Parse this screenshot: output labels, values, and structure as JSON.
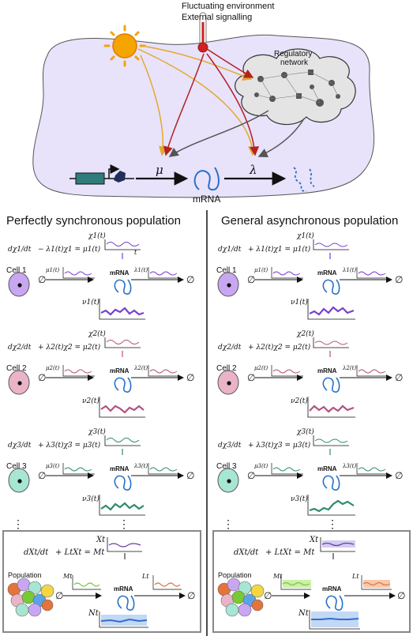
{
  "top": {
    "env_line1": "Fluctuating environment",
    "env_line2": "External signalling",
    "reg_line1": "Regulatory",
    "reg_line2": "network",
    "mu": "μ",
    "lambda": "λ",
    "mrna": "mRNA"
  },
  "colors": {
    "cell1": "#c9a6f2",
    "cell2": "#eab3c8",
    "cell3": "#a6e6d3",
    "line1": "#7a3fd0",
    "line2": "#b2527f",
    "line3": "#2e8c67",
    "blob": "#e8e2fb",
    "arrow_yellow": "#e3a92b",
    "arrow_red": "#b32222",
    "arrow_gray": "#555555",
    "pop_green": "#79c934",
    "pop_orange": "#e5733a",
    "pop_blue": "#2f6fcf"
  },
  "left": {
    "title": "Perfectly synchronous population",
    "cells": [
      {
        "label": "Cell 1",
        "chi": "χ1(t)",
        "mu": "μ1(t)",
        "lam": "λ1(t)",
        "nu": "ν1(t)",
        "eq_lhs": "dχ1/dt",
        "eq_rest": "− λ1(t)χ1 = μ1(t)"
      },
      {
        "label": "Cell 2",
        "chi": "χ2(t)",
        "mu": "μ2(t)",
        "lam": "λ2(t)",
        "nu": "ν2(t)",
        "eq_lhs": "dχ2/dt",
        "eq_rest": "+ λ2(t)χ2 = μ2(t)"
      },
      {
        "label": "Cell 3",
        "chi": "χ3(t)",
        "mu": "μ3(t)",
        "lam": "λ3(t)",
        "nu": "ν3(t)",
        "eq_lhs": "dχ3/dt",
        "eq_rest": "+ λ3(t)χ3 = μ3(t)"
      }
    ],
    "pop": {
      "label": "Population",
      "X": "Xt",
      "M": "Mt",
      "L": "Lt",
      "N": "Nt",
      "eq_lhs": "dXt/dt",
      "eq_rest": "+ LtXt = Mt"
    }
  },
  "right": {
    "title": "General asynchronous population",
    "cells": [
      {
        "label": "Cell 1",
        "chi": "χ1(t)",
        "mu": "μ1(t)",
        "lam": "λ1(t)",
        "nu": "ν1(t)",
        "eq_lhs": "dχ1/dt",
        "eq_rest": "+ λ1(t)χ1 = μ1(t)"
      },
      {
        "label": "Cell 2",
        "chi": "χ2(t)",
        "mu": "μ2(t)",
        "lam": "λ2(t)",
        "nu": "ν2(t)",
        "eq_lhs": "dχ2/dt",
        "eq_rest": "+ λ2(t)χ2 = μ2(t)"
      },
      {
        "label": "Cell 3",
        "chi": "χ3(t)",
        "mu": "μ3(t)",
        "lam": "λ3(t)",
        "nu": "ν3(t)",
        "eq_lhs": "dχ3/dt",
        "eq_rest": "+ λ3(t)χ3 = μ3(t)"
      }
    ],
    "pop": {
      "label": "Population",
      "X": "Xt",
      "M": "Mt",
      "L": "Lt",
      "N": "Nt",
      "eq_lhs": "dXt/dt",
      "eq_rest": "+ LtXt = Mt"
    }
  },
  "common": {
    "mrna": "mRNA",
    "t": "t",
    "empty": "∅",
    "dots": "⋮"
  }
}
